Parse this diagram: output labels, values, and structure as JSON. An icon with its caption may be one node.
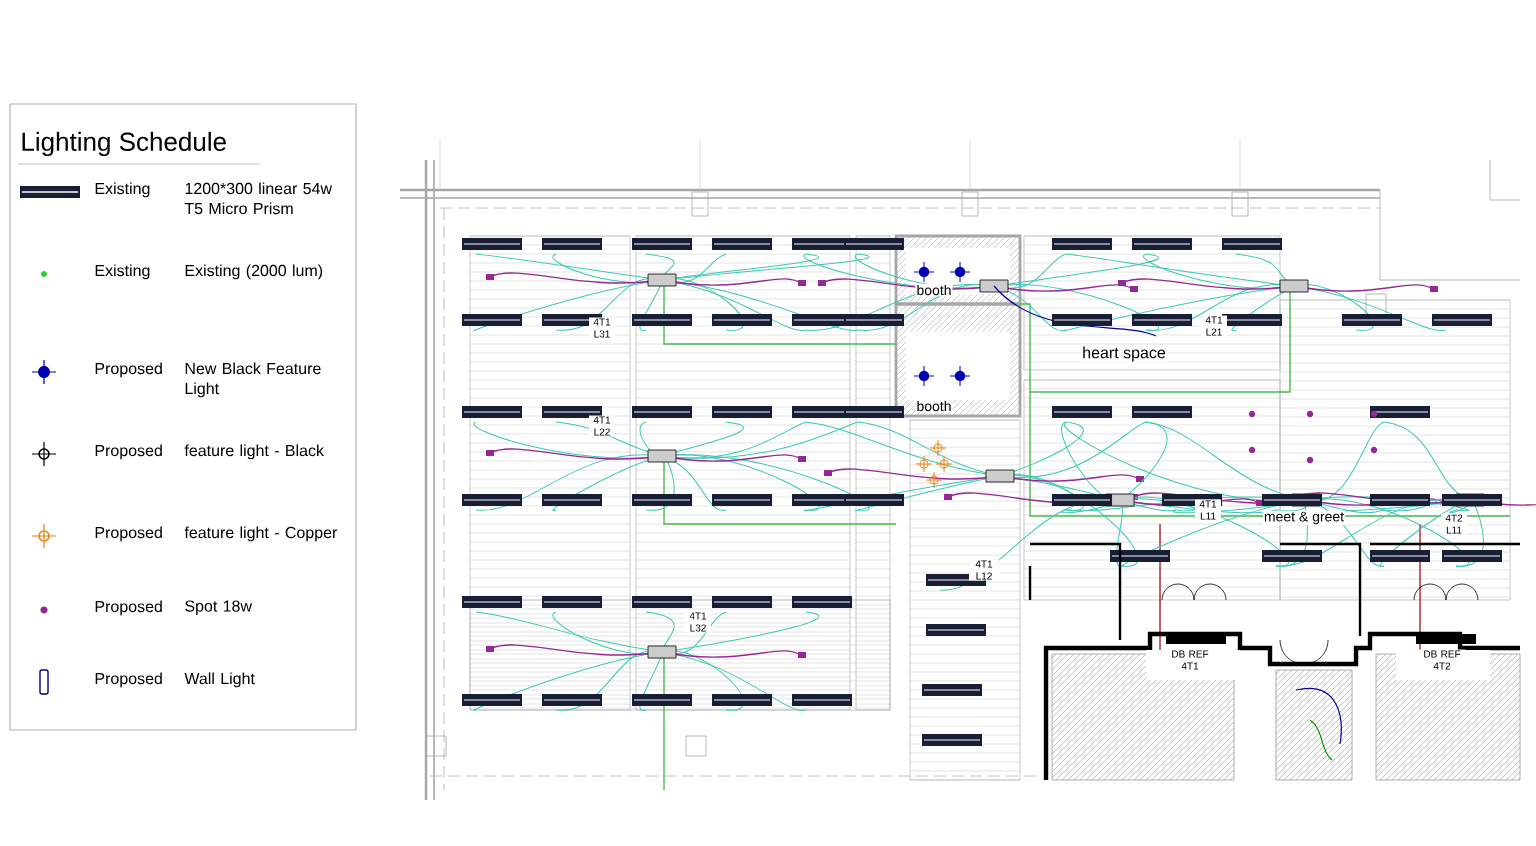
{
  "diagram": {
    "title": "Lighting Schedule",
    "labels": [
      "Existing",
      "Existing",
      "Proposed",
      "Proposed",
      "Proposed",
      "Proposed",
      "Proposed",
      "booth",
      "booth",
      "heart space",
      "meet & greet",
      "4T1 L31",
      "4T1 L22",
      "4T1 L32",
      "4T1 L21",
      "4T1 L11",
      "4T2 L11",
      "4T1 L12",
      "DB REF 4T1",
      "DB REF 4T2"
    ],
    "legend": [
      {
        "text": "1200*300 linear 54w T5 Micro Prism"
      },
      {
        "text": "Existing (2000 lum)"
      },
      {
        "text": "New Black Feature Light"
      },
      {
        "text": "feature light - Black"
      },
      {
        "text": "feature light - Copper"
      },
      {
        "text": "Spot 18w"
      },
      {
        "text": "Wall Light"
      }
    ]
  }
}
